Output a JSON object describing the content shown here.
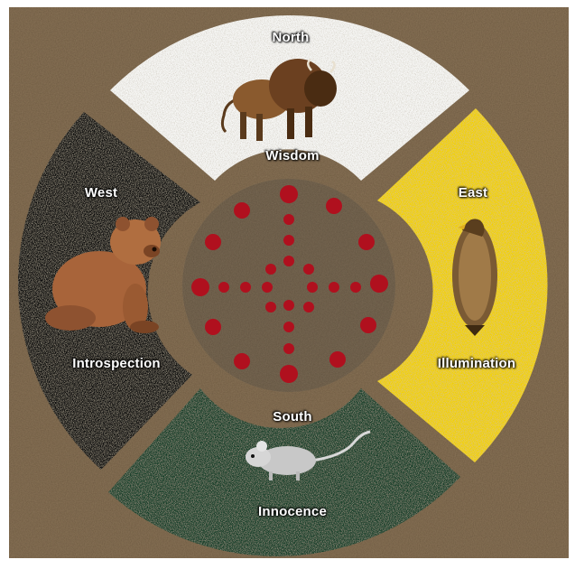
{
  "wheel": {
    "north": {
      "direction": "North",
      "quality": "Wisdom",
      "animal": "bison-icon",
      "color": "#f6f6f4"
    },
    "east": {
      "direction": "East",
      "quality": "Illumination",
      "animal": "eagle-icon",
      "color": "#f2d100"
    },
    "south": {
      "direction": "South",
      "quality": "Innocence",
      "animal": "mouse-icon",
      "color": "#17402a"
    },
    "west": {
      "direction": "West",
      "quality": "Introspection",
      "animal": "bear-icon",
      "color": "#0d0d0d"
    }
  },
  "colors": {
    "ground": "#8a7458",
    "center": "#7a6a55",
    "dots": "#b0101e"
  }
}
